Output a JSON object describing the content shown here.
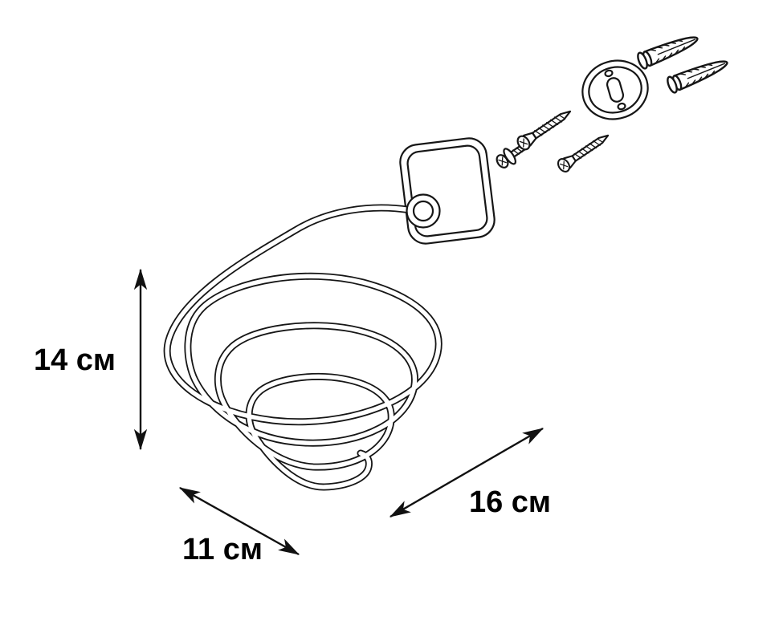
{
  "page": {
    "background_color": "#ffffff",
    "line_color": "#161616",
    "text_color": "#000000"
  },
  "diagram": {
    "type": "product-dimension-diagram",
    "product": "wall-mounted-spiral-hairdryer-holder",
    "parts": [
      "square-wall-bracket",
      "spiral-wire-holder",
      "round-mounting-plate",
      "self-tapping-screw",
      "self-tapping-screw",
      "machine-screw-with-washer",
      "wall-anchor",
      "wall-anchor"
    ],
    "dimensions": {
      "height": {
        "label": "14 см",
        "orientation": "vertical"
      },
      "depth": {
        "label": "11 см",
        "orientation": "diagonal-bottom-left"
      },
      "width": {
        "label": "16 см",
        "orientation": "diagonal-right"
      }
    }
  }
}
